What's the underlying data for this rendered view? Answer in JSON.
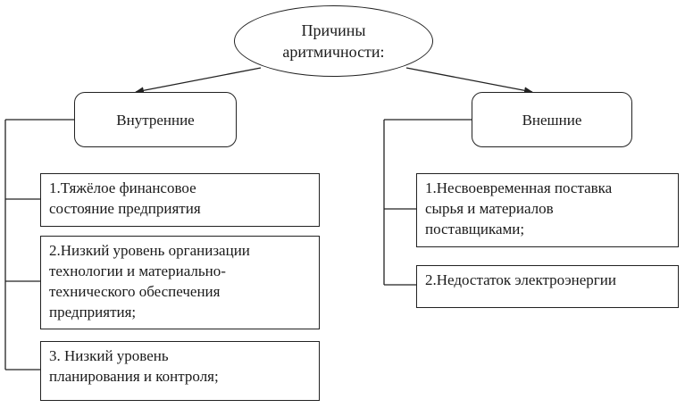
{
  "root": {
    "lines": [
      "Причины",
      "аритмичности:"
    ]
  },
  "categories": {
    "internal": {
      "label": "Внутренние"
    },
    "external": {
      "label": "Внешние"
    }
  },
  "internal_items": [
    {
      "lines": [
        "1.Тяжёлое финансовое",
        "состояние предприятия"
      ]
    },
    {
      "lines": [
        "2.Низкий уровень организации",
        "технологии и материально-",
        "технического обеспечения",
        "предприятия;"
      ]
    },
    {
      "lines": [
        "3. Низкий уровень",
        "планирования и контроля;"
      ]
    }
  ],
  "external_items": [
    {
      "lines": [
        "1.Несвоевременная поставка",
        "сырья и материалов",
        "поставщиками;"
      ]
    },
    {
      "lines": [
        "2.Недостаток электроэнергии"
      ]
    }
  ],
  "colors": {
    "stroke": "#222222",
    "background": "#ffffff"
  }
}
